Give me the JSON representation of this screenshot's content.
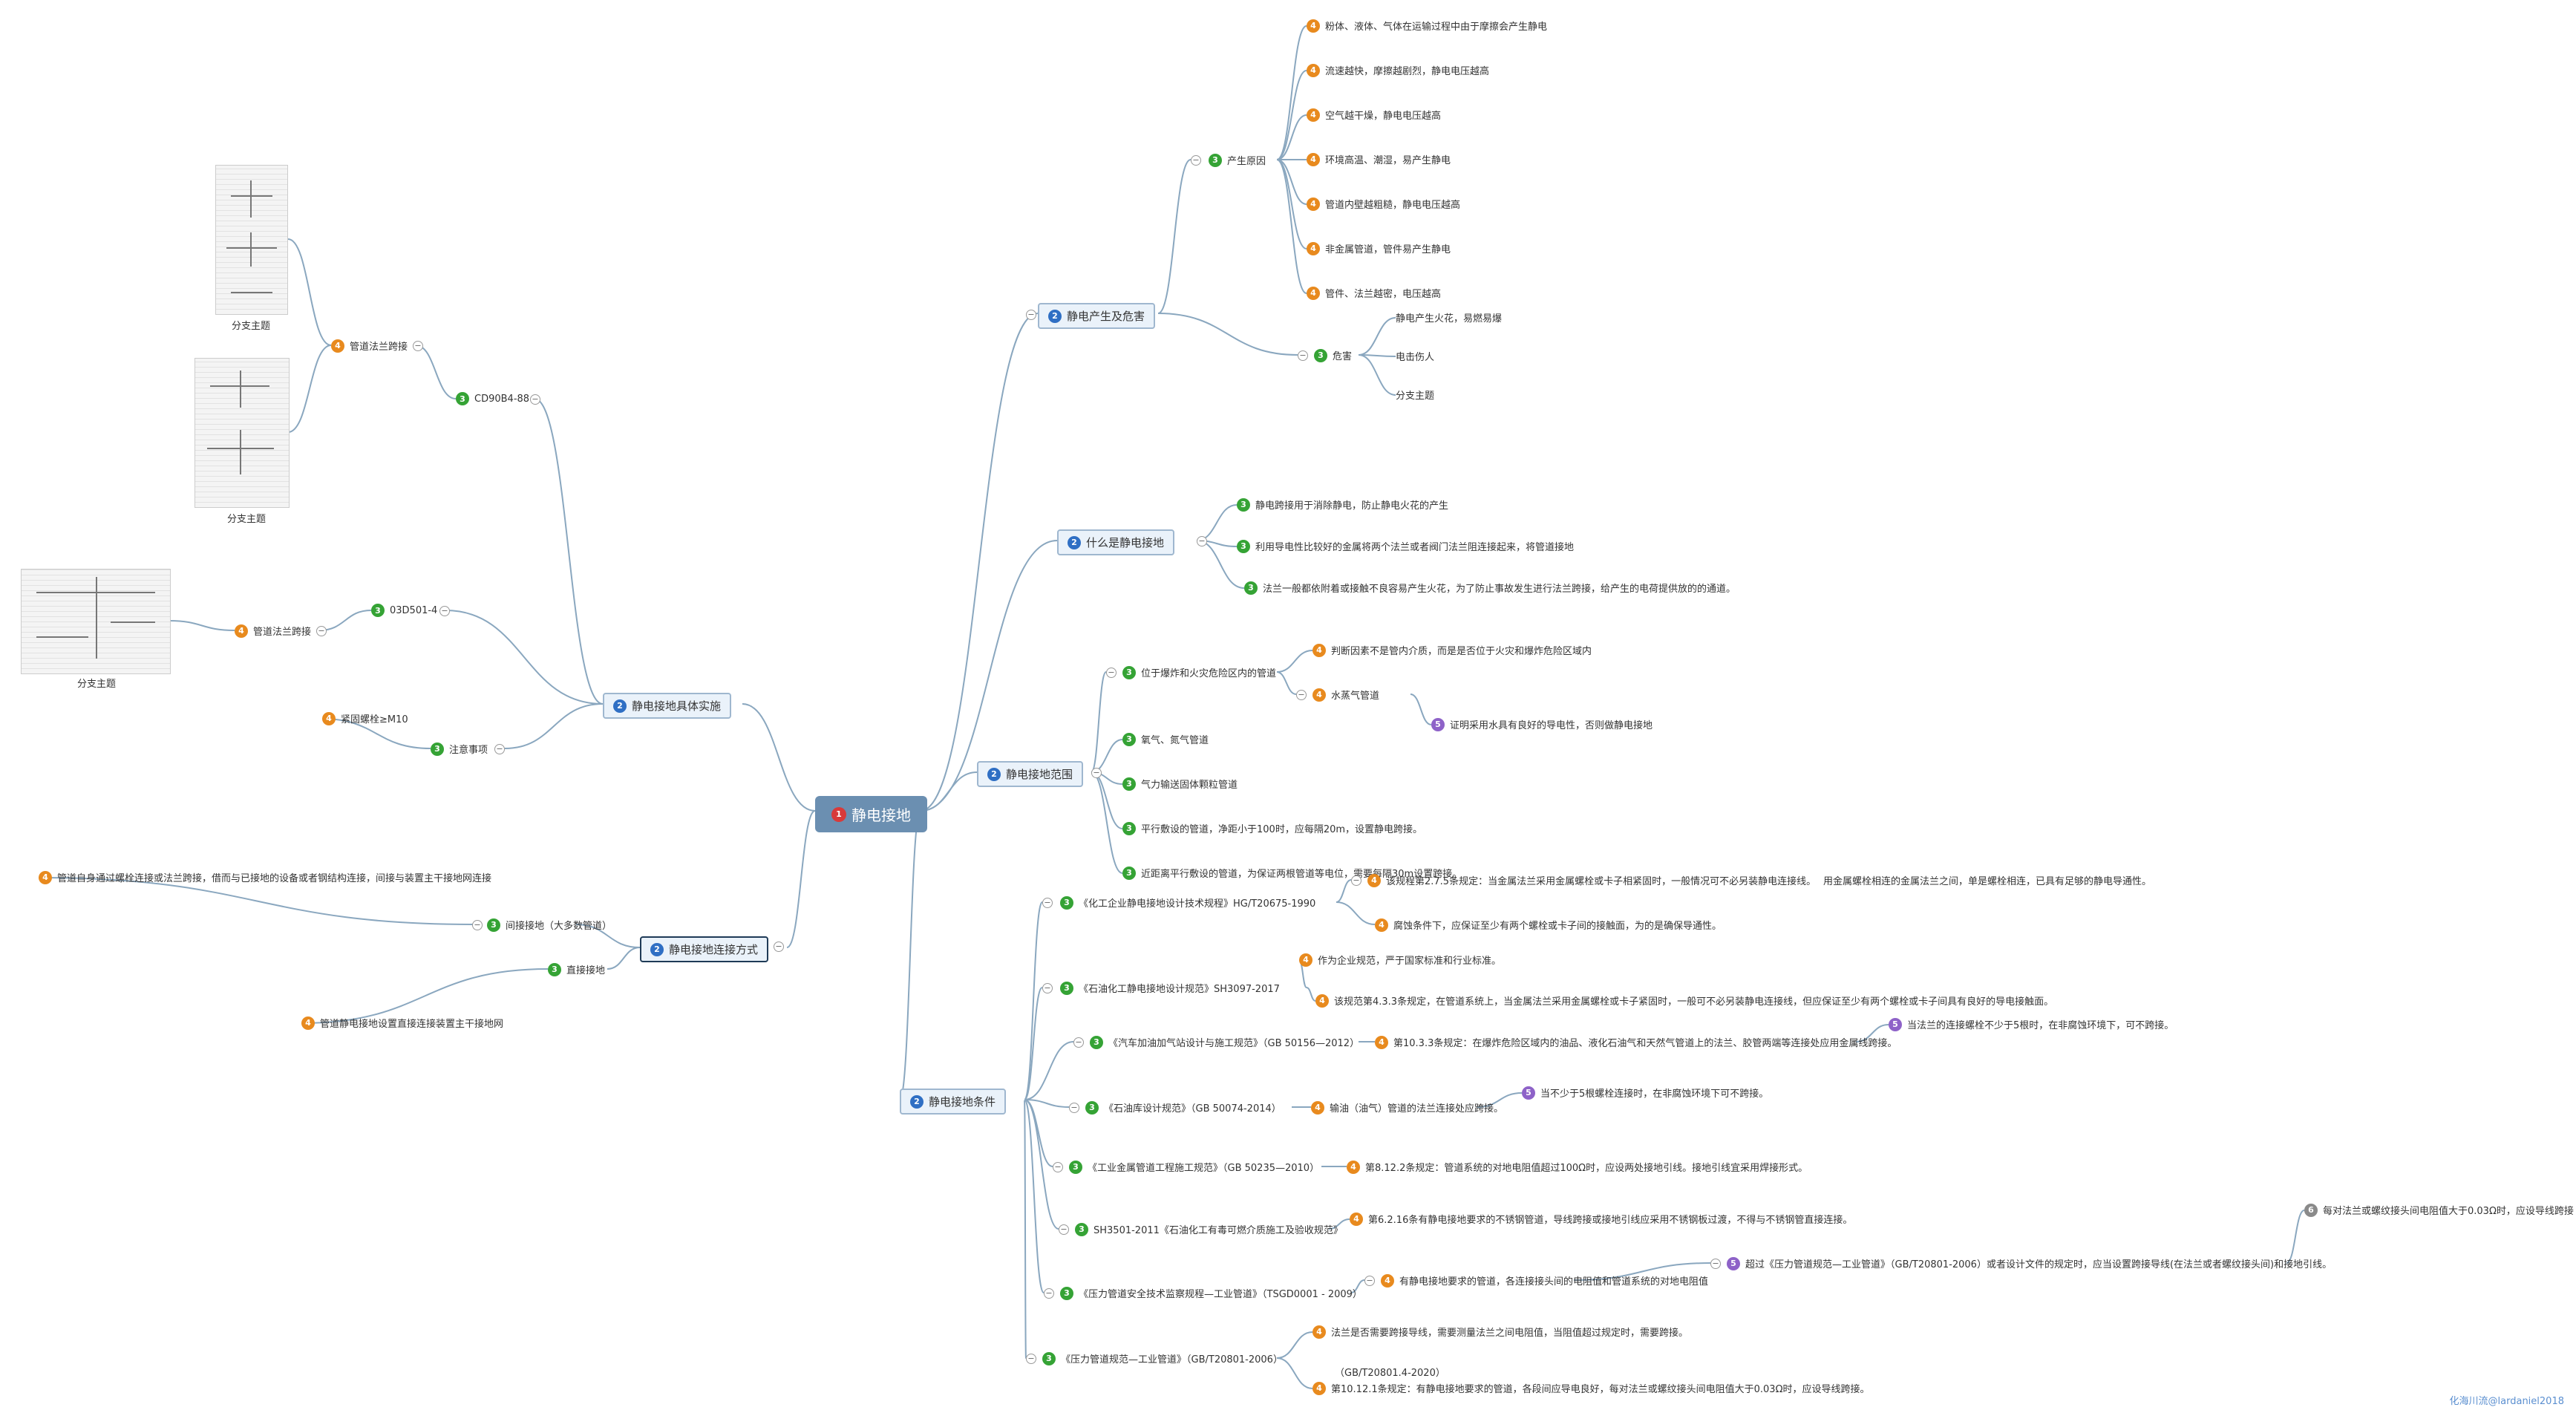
{
  "root": {
    "num": "1",
    "label": "静电接地"
  },
  "b_cause": {
    "num": "2",
    "label": "静电产生及危害"
  },
  "cause": {
    "num": "3",
    "label": "产生原因"
  },
  "cause_items": [
    "粉体、液体、气体在运输过程中由于摩擦会产生静电",
    "流速越快，摩擦越剧烈，静电电压越高",
    "空气越干燥，静电电压越高",
    "环境高温、潮湿，易产生静电",
    "管道内壁越粗糙，静电电压越高",
    "非金属管道，管件易产生静电",
    "管件、法兰越密，电压越高"
  ],
  "harm": {
    "num": "3",
    "label": "危害"
  },
  "harm_items": [
    "静电产生火花，易燃易爆",
    "电击伤人",
    "分支主题"
  ],
  "b_what": {
    "num": "2",
    "label": "什么是静电接地"
  },
  "what_items": [
    "静电跨接用于消除静电，防止静电火花的产生",
    "利用导电性比较好的金属将两个法兰或者阀门法兰阻连接起来，将管道接地",
    "法兰一般都依附着或接触不良容易产生火花，为了防止事故发生进行法兰跨接，给产生的电荷提供放的的通道。"
  ],
  "b_scope": {
    "num": "2",
    "label": "静电接地范围"
  },
  "scope_items": [
    "位于爆炸和火灾危险区内的管道",
    "氧气、氮气管道",
    "气力输送固体颗粒管道",
    "平行敷设的管道，净距小于100时，应每隔20m，设置静电跨接。",
    "近距离平行敷设的管道，为保证两根管道等电位，需要每隔30m设置跨接。"
  ],
  "scope_sub": [
    "判断因素不是管内介质，而是是否位于火灾和爆炸危险区域内",
    "水蒸气管道"
  ],
  "scope_sub5": "证明采用水具有良好的导电性，否则做静电接地",
  "b_cond": {
    "num": "2",
    "label": "静电接地条件"
  },
  "cond_items": [
    "《化工企业静电接地设计技术规程》HG/T20675-1990",
    "《石油化工静电接地设计规范》SH3097-2017",
    "《汽车加油加气站设计与施工规范》（GB 50156—2012）",
    "《石油库设计规范》（GB 50074-2014）",
    "《工业金属管道工程施工规范》（GB 50235—2010）",
    "SH3501-2011《石油化工有毒可燃介质施工及验收规范》",
    "《压力管道安全技术监察规程—工业管道》（TSGD0001 - 2009）",
    "《压力管道规范—工业管道》（GB/T20801-2006）"
  ],
  "cond_sub": [
    "该规程第2.7.5条规定：当金属法兰采用金属螺栓或卡子相紧固时，一般情况可不必另装静电连接线。",
    "用金属螺栓相连的金属法兰之间，单是螺栓相连，已具有足够的静电导通性。",
    "腐蚀条件下，应保证至少有两个螺栓或卡子间的接触面，为的是确保导通性。",
    "作为企业规范，严于国家标准和行业标准。",
    "该规范第4.3.3条规定，在管道系统上，当金属法兰采用金属螺栓或卡子紧固时，一般可不必另装静电连接线，但应保证至少有两个螺栓或卡子间具有良好的导电接触面。",
    "第10.3.3条规定：在爆炸危险区域内的油品、液化石油气和天然气管道上的法兰、胶管两端等连接处应用金属线跨接。",
    "当法兰的连接螺栓不少于5根时，在非腐蚀环境下，可不跨接。",
    "输油（油气）管道的法兰连接处应跨接。",
    "当不少于5根螺栓连接时，在非腐蚀环境下可不跨接。",
    "第8.12.2条规定：管道系统的对地电阻值超过100Ω时，应设两处接地引线。接地引线宜采用焊接形式。",
    "第6.2.16条有静电接地要求的不锈钢管道，导线跨接或接地引线应采用不锈钢板过渡，不得与不锈钢管直接连接。",
    "有静电接地要求的管道，各连接接头间的电阻值和管道系统的对地电阻值",
    "超过《压力管道规范—工业管道》（GB/T20801-2006）或者设计文件的规定时，应当设置跨接导线(在法兰或者螺纹接头间)和接地引线。",
    "每对法兰或螺纹接头间电阻值大于0.03Ω时，应设导线跨接",
    "法兰是否需要跨接导线，需要测量法兰之间电阻值，当阻值超过规定时，需要跨接。",
    "（GB/T20801.4-2020）",
    "第10.12.1条规定：有静电接地要求的管道，各段间应导电良好，每对法兰或螺纹接头间电阻值大于0.03Ω时，应设导线跨接。"
  ],
  "b_conn": {
    "num": "2",
    "label": "静电接地连接方式"
  },
  "conn_items": [
    "间接接地（大多数管道）",
    "直接接地"
  ],
  "conn_sub": [
    "管道自身通过螺栓连接或法兰跨接，借而与已接地的设备或者钢结构连接，间接与装置主干接地网连接",
    "管道静电接地设置直接连接装置主干接地网"
  ],
  "b_impl": {
    "num": "2",
    "label": "静电接地具体实施"
  },
  "impl_items": [
    "CD90B4-88",
    "03D501-4",
    "注意事项"
  ],
  "impl_sub": [
    "管道法兰跨接",
    "管道法兰跨接",
    "紧固螺栓≥M10"
  ],
  "thumb_caption": "分支主题",
  "credit": "化海川流@lardaniel2018"
}
